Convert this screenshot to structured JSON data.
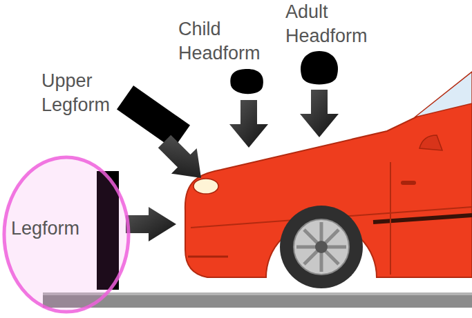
{
  "diagram": {
    "labels": [
      "Adult Headform",
      "Child Headform",
      "Upper Legform",
      "Legform"
    ]
  }
}
